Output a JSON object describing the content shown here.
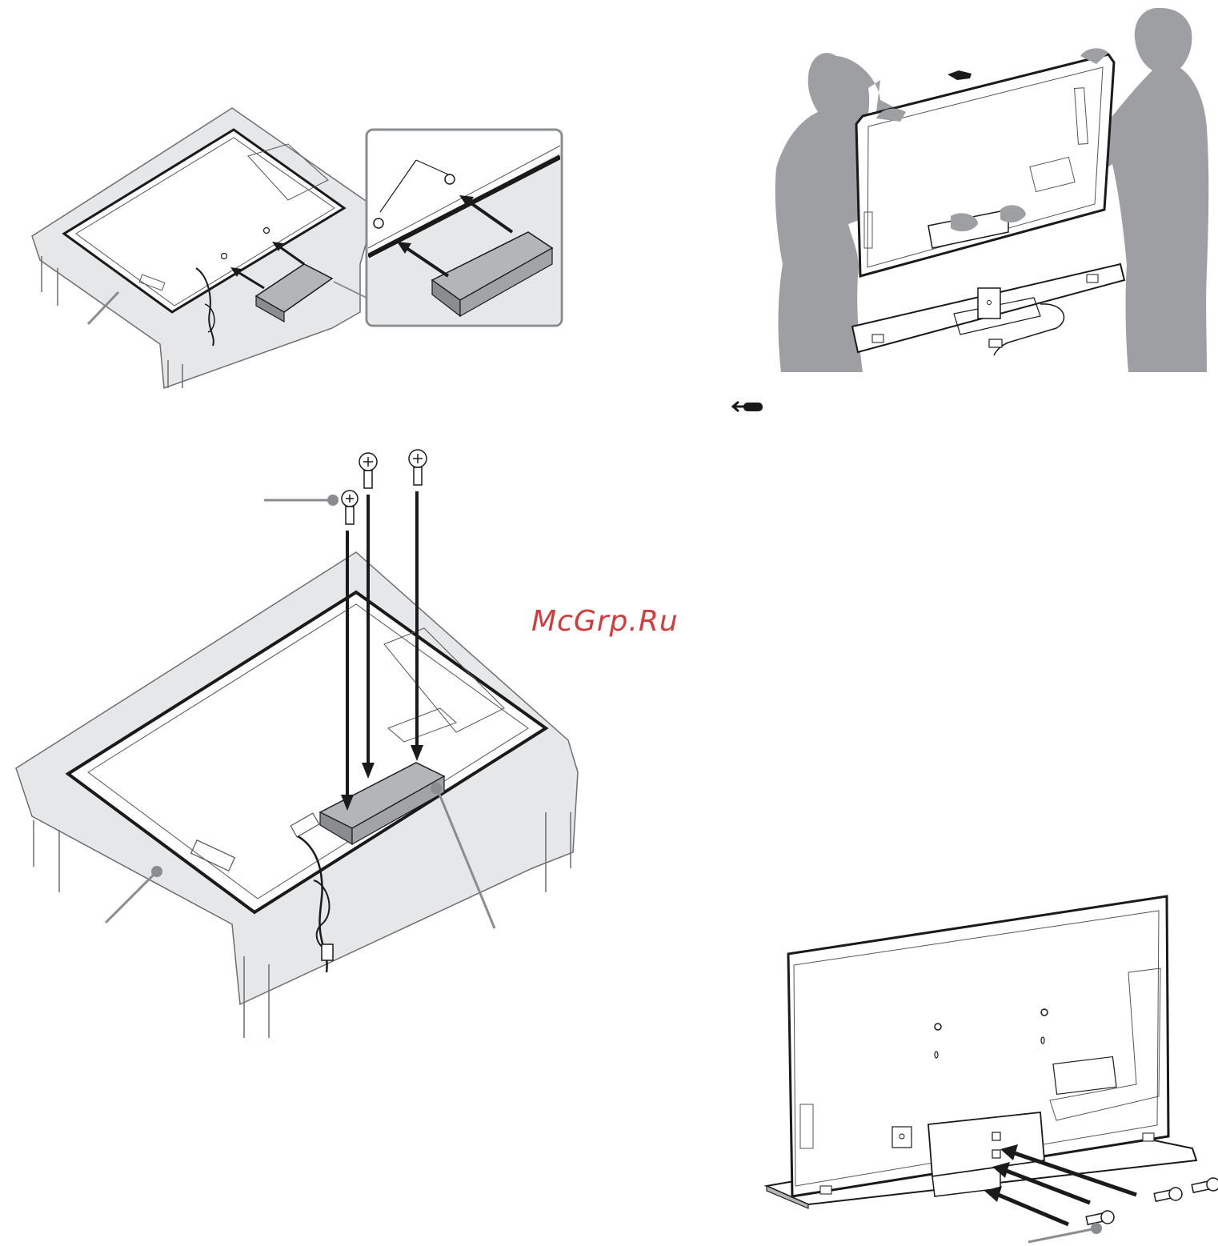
{
  "page": {
    "background": "#ffffff",
    "line_color": "#1a1a1a",
    "cloth_color": "#e6e7e9",
    "silhouette_color": "#9d9fa2",
    "callout_color": "#8a8c8f"
  },
  "watermark": {
    "text": "McGrp.Ru",
    "color": "#d23c3c"
  },
  "figures": [
    {
      "name": "step-1-attach-stand-neck",
      "icon": "stand-neck-insertion-with-zoom-inset"
    },
    {
      "name": "step-2-lift-tv-onto-base",
      "icon": "two-people-lifting-tv"
    },
    {
      "name": "step-3-screw-stand-neck",
      "icon": "three-screws-into-neck"
    },
    {
      "name": "step-4-secure-base-screws",
      "icon": "screws-into-base-bracket"
    }
  ],
  "icons": {
    "direction_marker": "screen-side-arrow-icon"
  }
}
